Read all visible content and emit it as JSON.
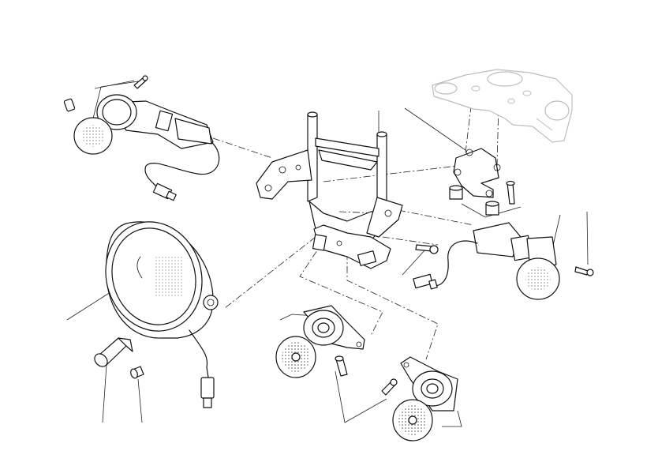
{
  "diagram": {
    "type": "exploded-parts-diagram",
    "background": "#ffffff",
    "line_color": "#111111",
    "ghost_color": "#bdbdbd",
    "parts": [
      "headlamp",
      "headlamp-bulb",
      "parking-bulb",
      "headlamp-connector",
      "headlamp-support-bracket",
      "top-yoke-ghost",
      "yoke-bracket",
      "rubber-spacers",
      "bracket-screw",
      "turn-signal-left",
      "turn-signal-right",
      "turn-signal-screw",
      "horn-upper",
      "horn-lower",
      "horn-screws"
    ]
  }
}
